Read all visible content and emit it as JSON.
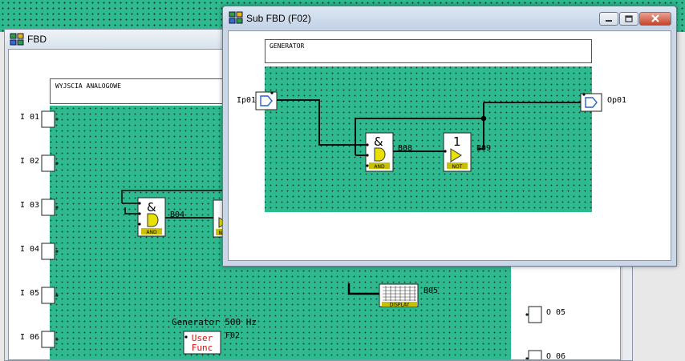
{
  "background": {
    "accent": "#2fb98f"
  },
  "fbd_window": {
    "title": "FBD",
    "icon": "fbd-app-icon",
    "title_field": "WYJSCIA ANALOGOWE",
    "inputs": [
      "I 01",
      "I 02",
      "I 03",
      "I 04",
      "I 05",
      "I 06"
    ],
    "outputs": [
      "O 05",
      "O 06"
    ],
    "blocks": {
      "and_id": "B04",
      "and_symbol": "&",
      "and_caption": "AND",
      "not_caption": "NOT",
      "display_id": "B05",
      "display_caption": "DISPLAY",
      "user_func_label": "Generator 500 Hz",
      "user_func_text_1": "User",
      "user_func_text_2": "Func",
      "user_func_id": "F02"
    }
  },
  "sub_window": {
    "title": "Sub FBD (F02)",
    "icon": "fbd-app-icon",
    "title_field": "GENERATOR",
    "controls": {
      "minimize": "minimize-icon",
      "maximize": "maximize-icon",
      "close": "close-icon"
    },
    "input_label": "Ip01",
    "output_label": "Op01",
    "and_id": "B08",
    "and_symbol": "&",
    "and_caption": "AND",
    "not_id": "B09",
    "not_symbol": "1",
    "not_caption": "NOT"
  }
}
